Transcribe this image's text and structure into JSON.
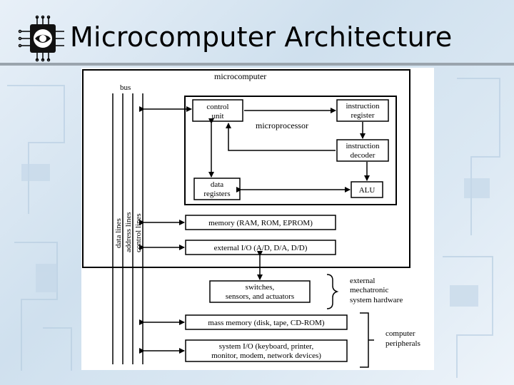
{
  "slide": {
    "title": "Microcomputer Architecture",
    "logo_icon": "microchip-eye-icon"
  },
  "diagram": {
    "microcomputer_label": "microcomputer",
    "bus_label": "bus",
    "bus_lines": [
      "data lines",
      "address lines",
      "control lines"
    ],
    "microprocessor_label": "microprocessor",
    "control_unit": [
      "control",
      "unit"
    ],
    "instruction_register": [
      "instruction",
      "register"
    ],
    "instruction_decoder": [
      "instruction",
      "decoder"
    ],
    "data_registers": [
      "data",
      "registers"
    ],
    "alu": "ALU",
    "memory": "memory (RAM, ROM, EPROM)",
    "external_io": "external I/O (A/D, D/A, D/D)",
    "switches": [
      "switches,",
      "sensors, and actuators"
    ],
    "external_hw_label": [
      "external",
      "mechatronic",
      "system hardware"
    ],
    "mass_memory": "mass memory (disk, tape, CD-ROM)",
    "system_io": [
      "system I/O (keyboard, printer,",
      "monitor, modem, network devices)"
    ],
    "peripherals_label": [
      "computer",
      "peripherals"
    ]
  }
}
